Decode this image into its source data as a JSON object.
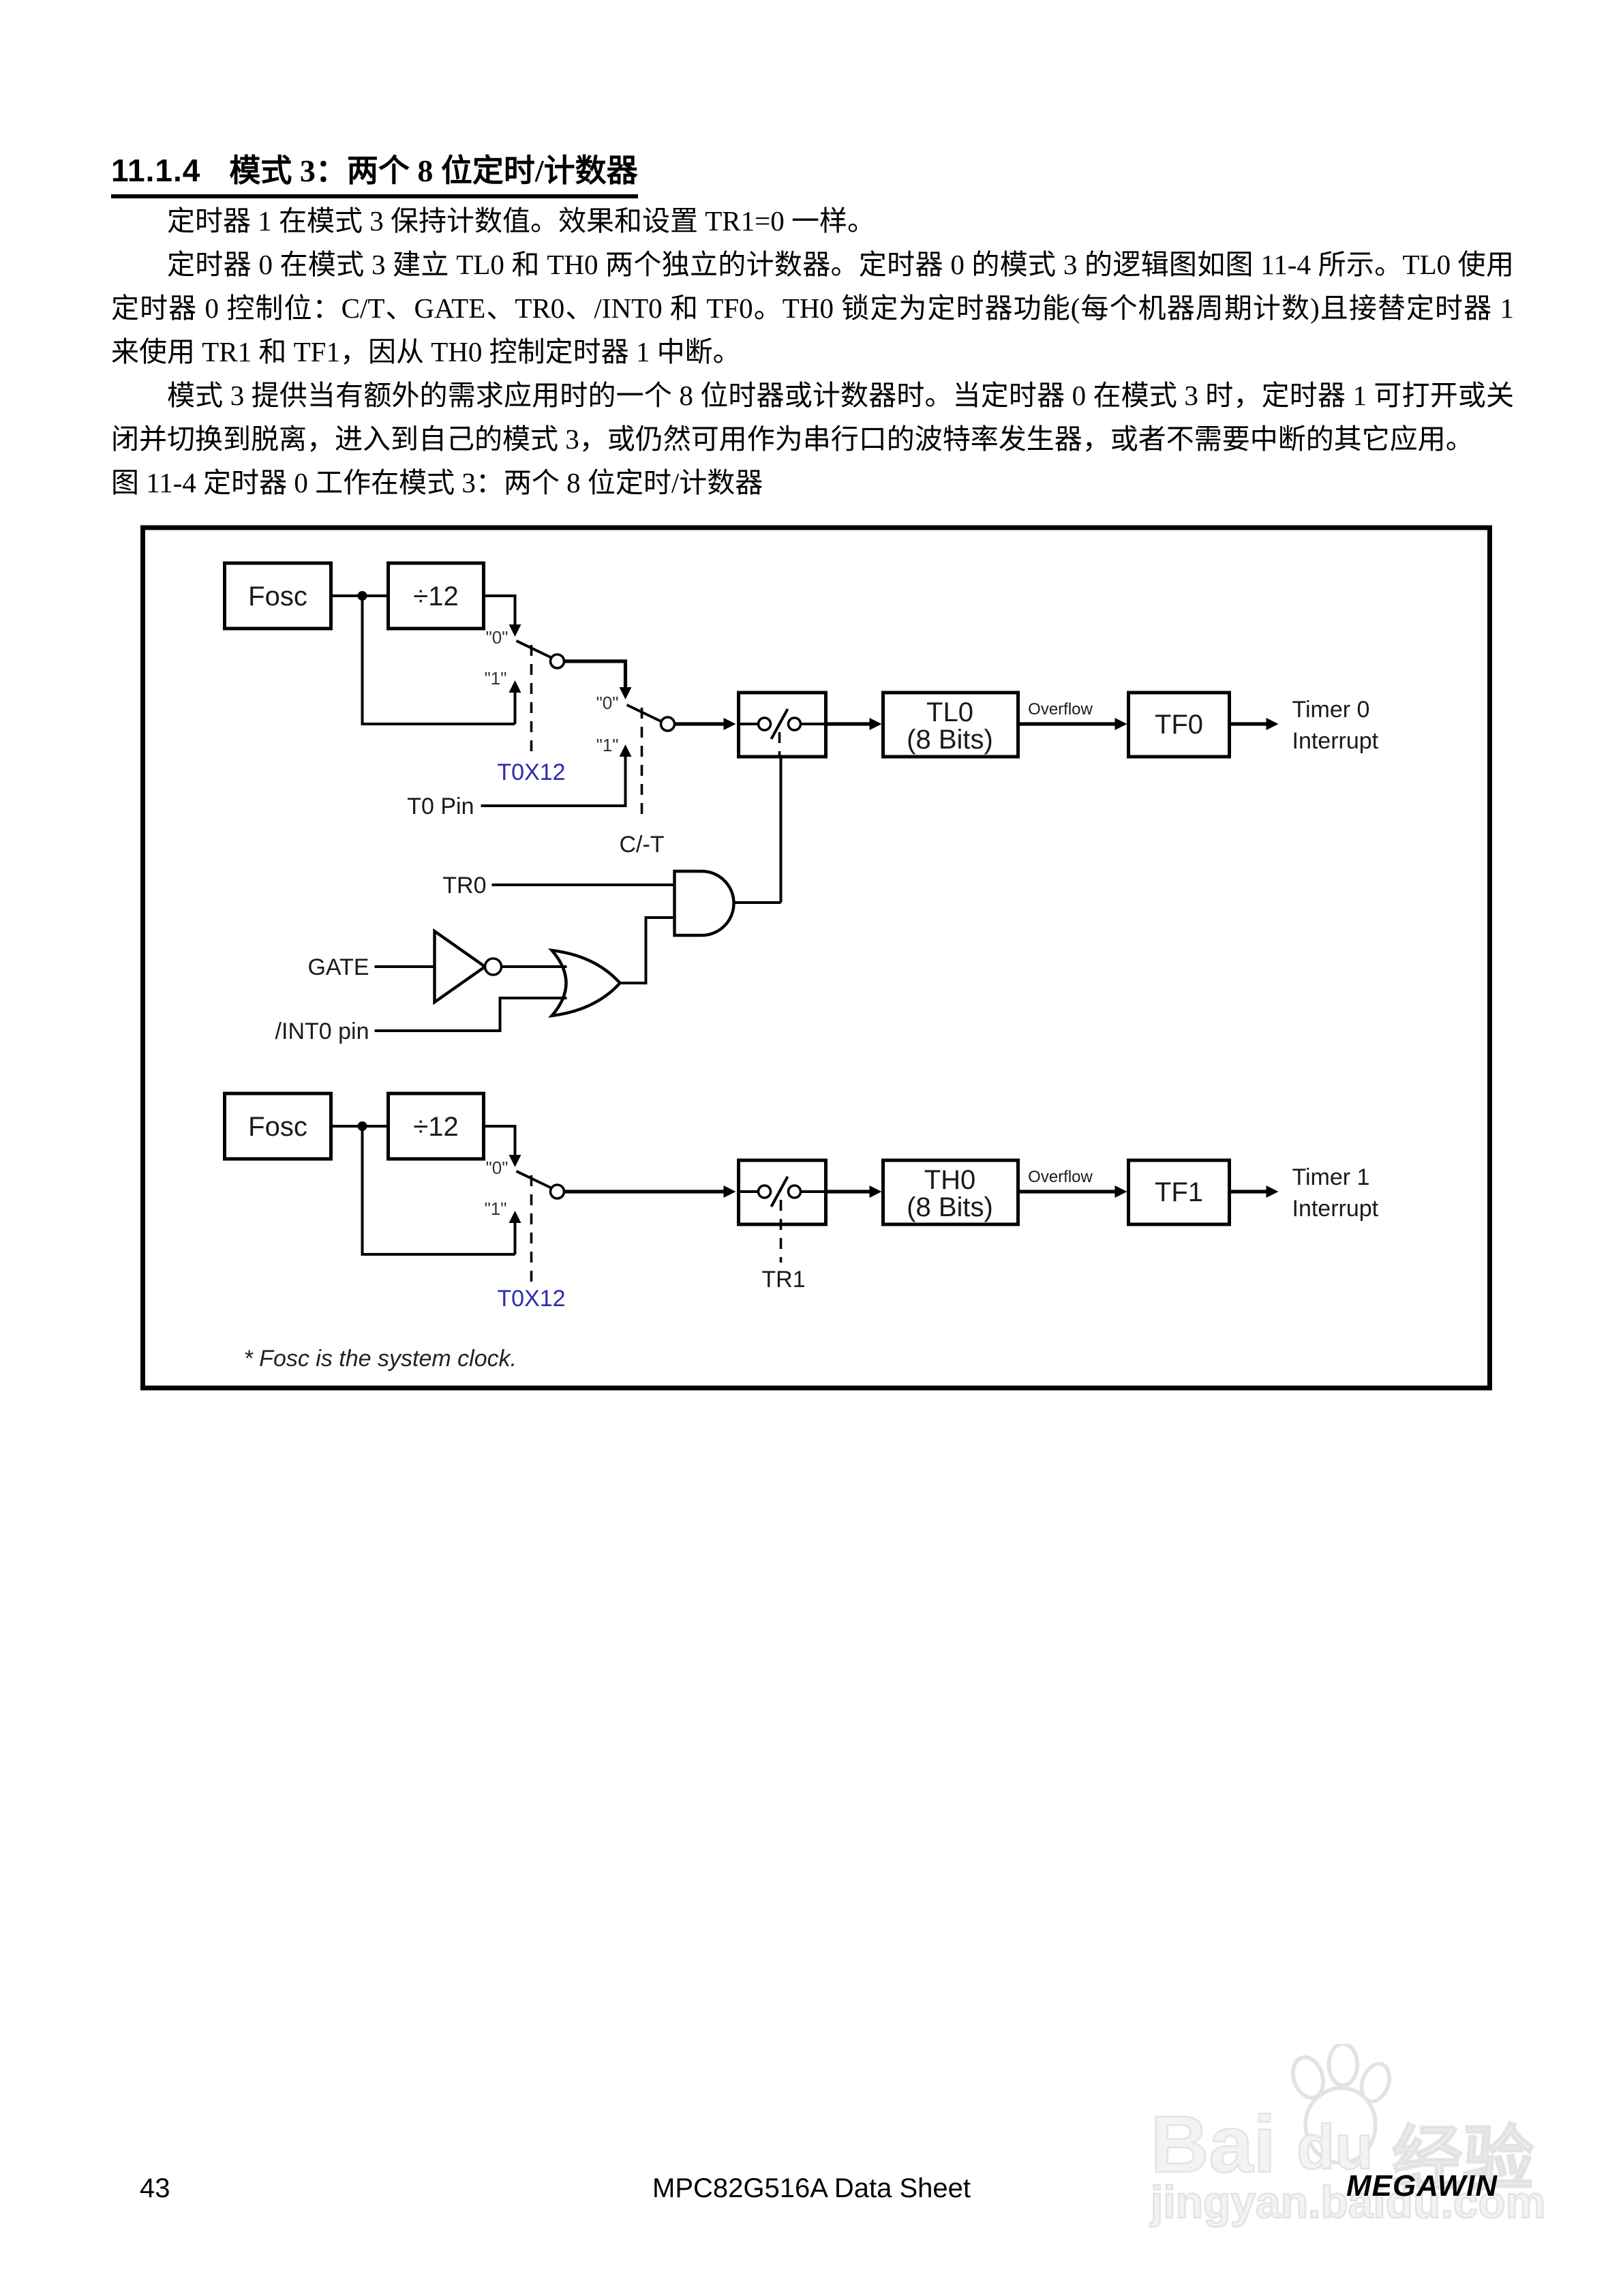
{
  "page": {
    "heading": {
      "number": "11.1.4",
      "title": "模式 3：两个 8 位定时/计数器"
    },
    "paragraphs": {
      "p1": "定时器 1 在模式 3 保持计数值。效果和设置 TR1=0 一样。",
      "p2": "定时器 0 在模式 3 建立 TL0 和 TH0 两个独立的计数器。定时器 0 的模式 3 的逻辑图如图 11-4 所示。TL0 使用定时器 0 控制位：C/T、GATE、TR0、/INT0 和 TF0。TH0 锁定为定时器功能(每个机器周期计数)且接替定时器 1 来使用 TR1 和 TF1，因从 TH0 控制定时器 1 中断。",
      "p3": "模式 3 提供当有额外的需求应用时的一个 8 位时器或计数器时。当定时器 0 在模式 3 时，定时器 1 可打开或关闭并切换到脱离，进入到自己的模式 3，或仍然可用作为串行口的波特率发生器，或者不需要中断的其它应用。"
    },
    "figure_caption": "图 11-4 定时器 0 工作在模式 3：两个 8 位定时/计数器"
  },
  "diagram": {
    "fosc": "Fosc",
    "div12": "÷12",
    "q0": "\"0\"",
    "q1": "\"1\"",
    "t0x12": "T0X12",
    "t0_pin": "T0 Pin",
    "c_t": "C/-T",
    "tr0": "TR0",
    "gate": "GATE",
    "int0_pin": "/INT0 pin",
    "tl0_l1": "TL0",
    "tl0_l2": "(8 Bits)",
    "overflow": "Overflow",
    "tf0": "TF0",
    "timer0_l1": "Timer 0",
    "timer0_l2": "Interrupt",
    "th0_l1": "TH0",
    "th0_l2": "(8 Bits)",
    "tf1": "TF1",
    "timer1_l1": "Timer 1",
    "timer1_l2": "Interrupt",
    "tr1": "TR1",
    "note": "* Fosc is the system clock.",
    "accent_blue": "#2b2bb0"
  },
  "footer": {
    "page_number": "43",
    "doc_title": "MPC82G516A Data Sheet",
    "brand": "MEGAWIN"
  },
  "watermark": {
    "part1": "Bai",
    "part2": "du",
    "part3": "经验",
    "line2": "jingyan.baidu.com"
  }
}
